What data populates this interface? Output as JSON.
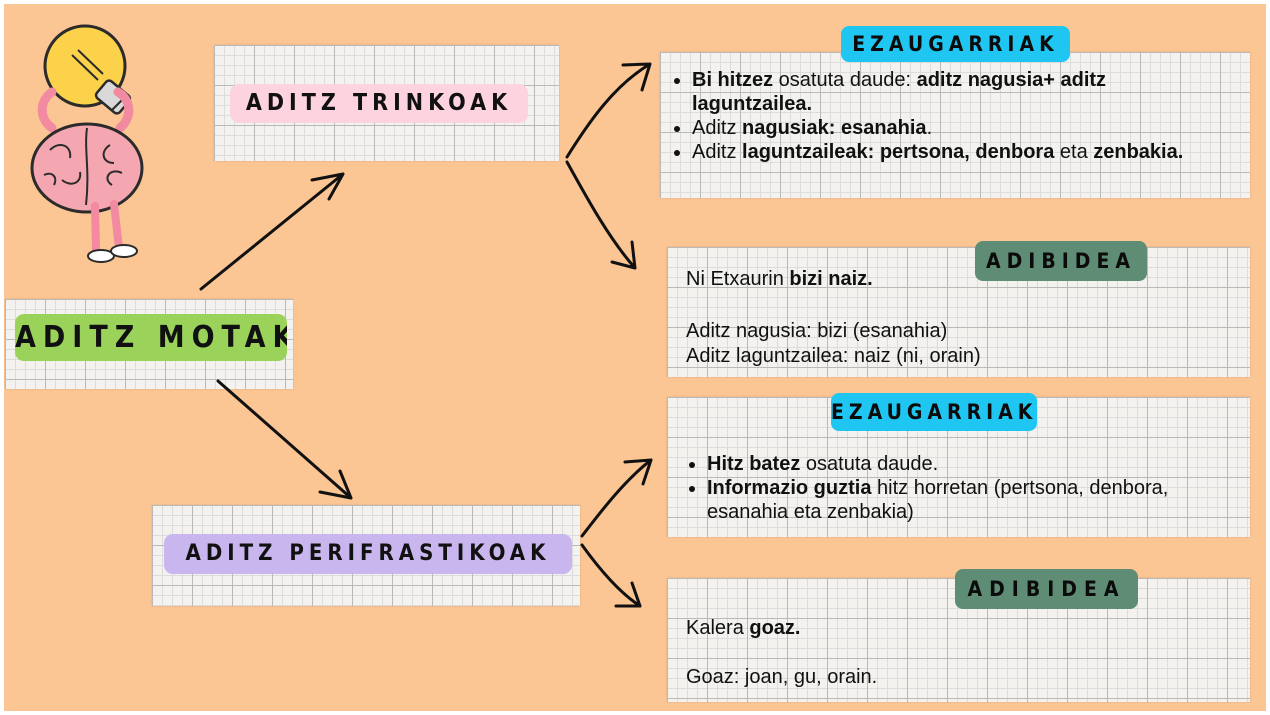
{
  "main": {
    "title": "ADITZ MOTAK"
  },
  "trinkoak": {
    "title": "ADITZ TRINKOAK",
    "features_badge": "EZAUGARRIAK",
    "features": [
      [
        {
          "t": "Bi hitzez",
          "b": true
        },
        {
          "t": " osatuta daude: ",
          "b": false
        },
        {
          "t": "aditz nagusia+ aditz laguntzailea.",
          "b": true
        }
      ],
      [
        {
          "t": "Aditz ",
          "b": false
        },
        {
          "t": "nagusiak: esanahia",
          "b": true
        },
        {
          "t": ".",
          "b": false
        }
      ],
      [
        {
          "t": "Aditz ",
          "b": false
        },
        {
          "t": "laguntzaileak: pertsona, denbora",
          "b": true
        },
        {
          "t": " eta ",
          "b": false
        },
        {
          "t": "zenbakia.",
          "b": true
        }
      ]
    ],
    "example_badge": "ADIBIDEA",
    "example_sentence_plain": "Ni Etxaurin  ",
    "example_sentence_bold": "bizi naiz.",
    "example_lines": [
      "Aditz nagusia: bizi  (esanahia)",
      "Aditz laguntzailea: naiz (ni, orain)"
    ]
  },
  "perifrastikoak": {
    "title": "ADITZ PERIFRASTIKOAK",
    "features_badge": "EZAUGARRIAK",
    "features": [
      [
        {
          "t": "Hitz batez",
          "b": true
        },
        {
          "t": " osatuta daude.",
          "b": false
        }
      ],
      [
        {
          "t": "Informazio guztia",
          "b": true
        },
        {
          "t": " hitz horretan (pertsona, denbora, esanahia eta zenbakia)",
          "b": false
        }
      ]
    ],
    "example_badge": "ADIBIDEA",
    "example_sentence_plain": "Kalera ",
    "example_sentence_bold": "goaz.",
    "example_lines": [
      "Goaz: joan, gu, orain."
    ]
  },
  "colors": {
    "background": "#fbc594",
    "green_label": "#9bd35a",
    "pink_label": "#fcd3df",
    "purple_label": "#c9b6ee",
    "blue_badge": "#20c6f2",
    "teal_badge": "#5f8c74"
  },
  "icons": [
    "lightbulb-icon",
    "brain-icon"
  ]
}
